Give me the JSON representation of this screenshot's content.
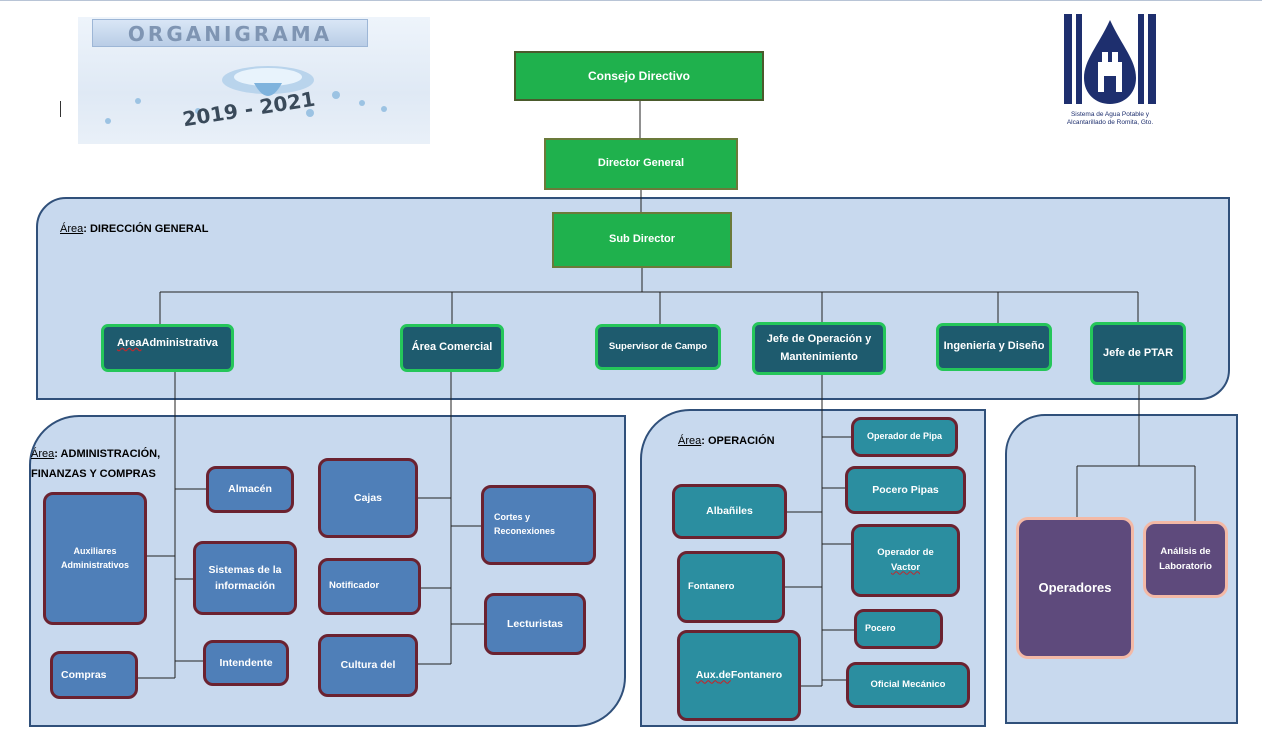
{
  "banner": {
    "title": "ORGANIGRAMA",
    "years": "2019 - 2021"
  },
  "logo": {
    "caption_line1": "Sistema de Agua Potable y",
    "caption_line2": "Alcantarillado de Romita, Gto."
  },
  "top": {
    "consejo": "Consejo Directivo",
    "director": "Director General",
    "subdirector": "Sub Director"
  },
  "areas": {
    "general": {
      "prefix": "Área",
      "name": ": DIRECCIÓN GENERAL"
    },
    "admin": {
      "prefix": "Área",
      "name_line1": ": ADMINISTRACIÓN,",
      "name_line2": "FINANZAS Y COMPRAS"
    },
    "operacion": {
      "prefix": "Área",
      "name": ": OPERACIÓN"
    }
  },
  "departments": {
    "admin": {
      "word1": "Area",
      "word2": " Administrativa"
    },
    "comercial": "Área Comercial",
    "supervisor": "Supervisor de Campo",
    "jefe_op_line1": "Jefe de Operación y",
    "jefe_op_line2": "Mantenimiento",
    "ingenieria": "Ingeniería y Diseño",
    "ptar": "Jefe de PTAR"
  },
  "admin_units": {
    "almacen": "Almacén",
    "auxiliares_line1": "Auxiliares",
    "auxiliares_line2": "Administrativos",
    "sistemas_line1": "Sistemas de la",
    "sistemas_line2": "información",
    "compras": "Compras",
    "intendente": "Intendente",
    "cajas": "Cajas",
    "notificador": "Notificador",
    "cultura": "Cultura del",
    "cortes_line1": "Cortes y",
    "cortes_line2": "Reconexiones",
    "lecturistas": "Lecturistas"
  },
  "operacion_units": {
    "albaniles": "Albañiles",
    "fontanero": "Fontanero",
    "aux_word": "Aux.",
    "aux_de": " de",
    "aux_rest": " Fontanero",
    "operador_pipa": "Operador de Pipa",
    "pocero_pipas": "Pocero Pipas",
    "vactor_line1": "Operador de",
    "vactor_word": "Vactor",
    "pocero": "Pocero",
    "oficial": "Oficial Mecánico"
  },
  "ptar_units": {
    "operadores": "Operadores",
    "analisis_line1": "Análisis de",
    "analisis_line2": "Laboratorio"
  },
  "colors": {
    "panel": "#c8d9ee",
    "panel_border": "#30507a",
    "green": "#1fb14d",
    "dept": "#1e5b6e",
    "blue_box": "#4f7fb8",
    "teal_box": "#2b8ea0",
    "purple_box": "#5e4a7c",
    "box_border": "#6b2230"
  }
}
